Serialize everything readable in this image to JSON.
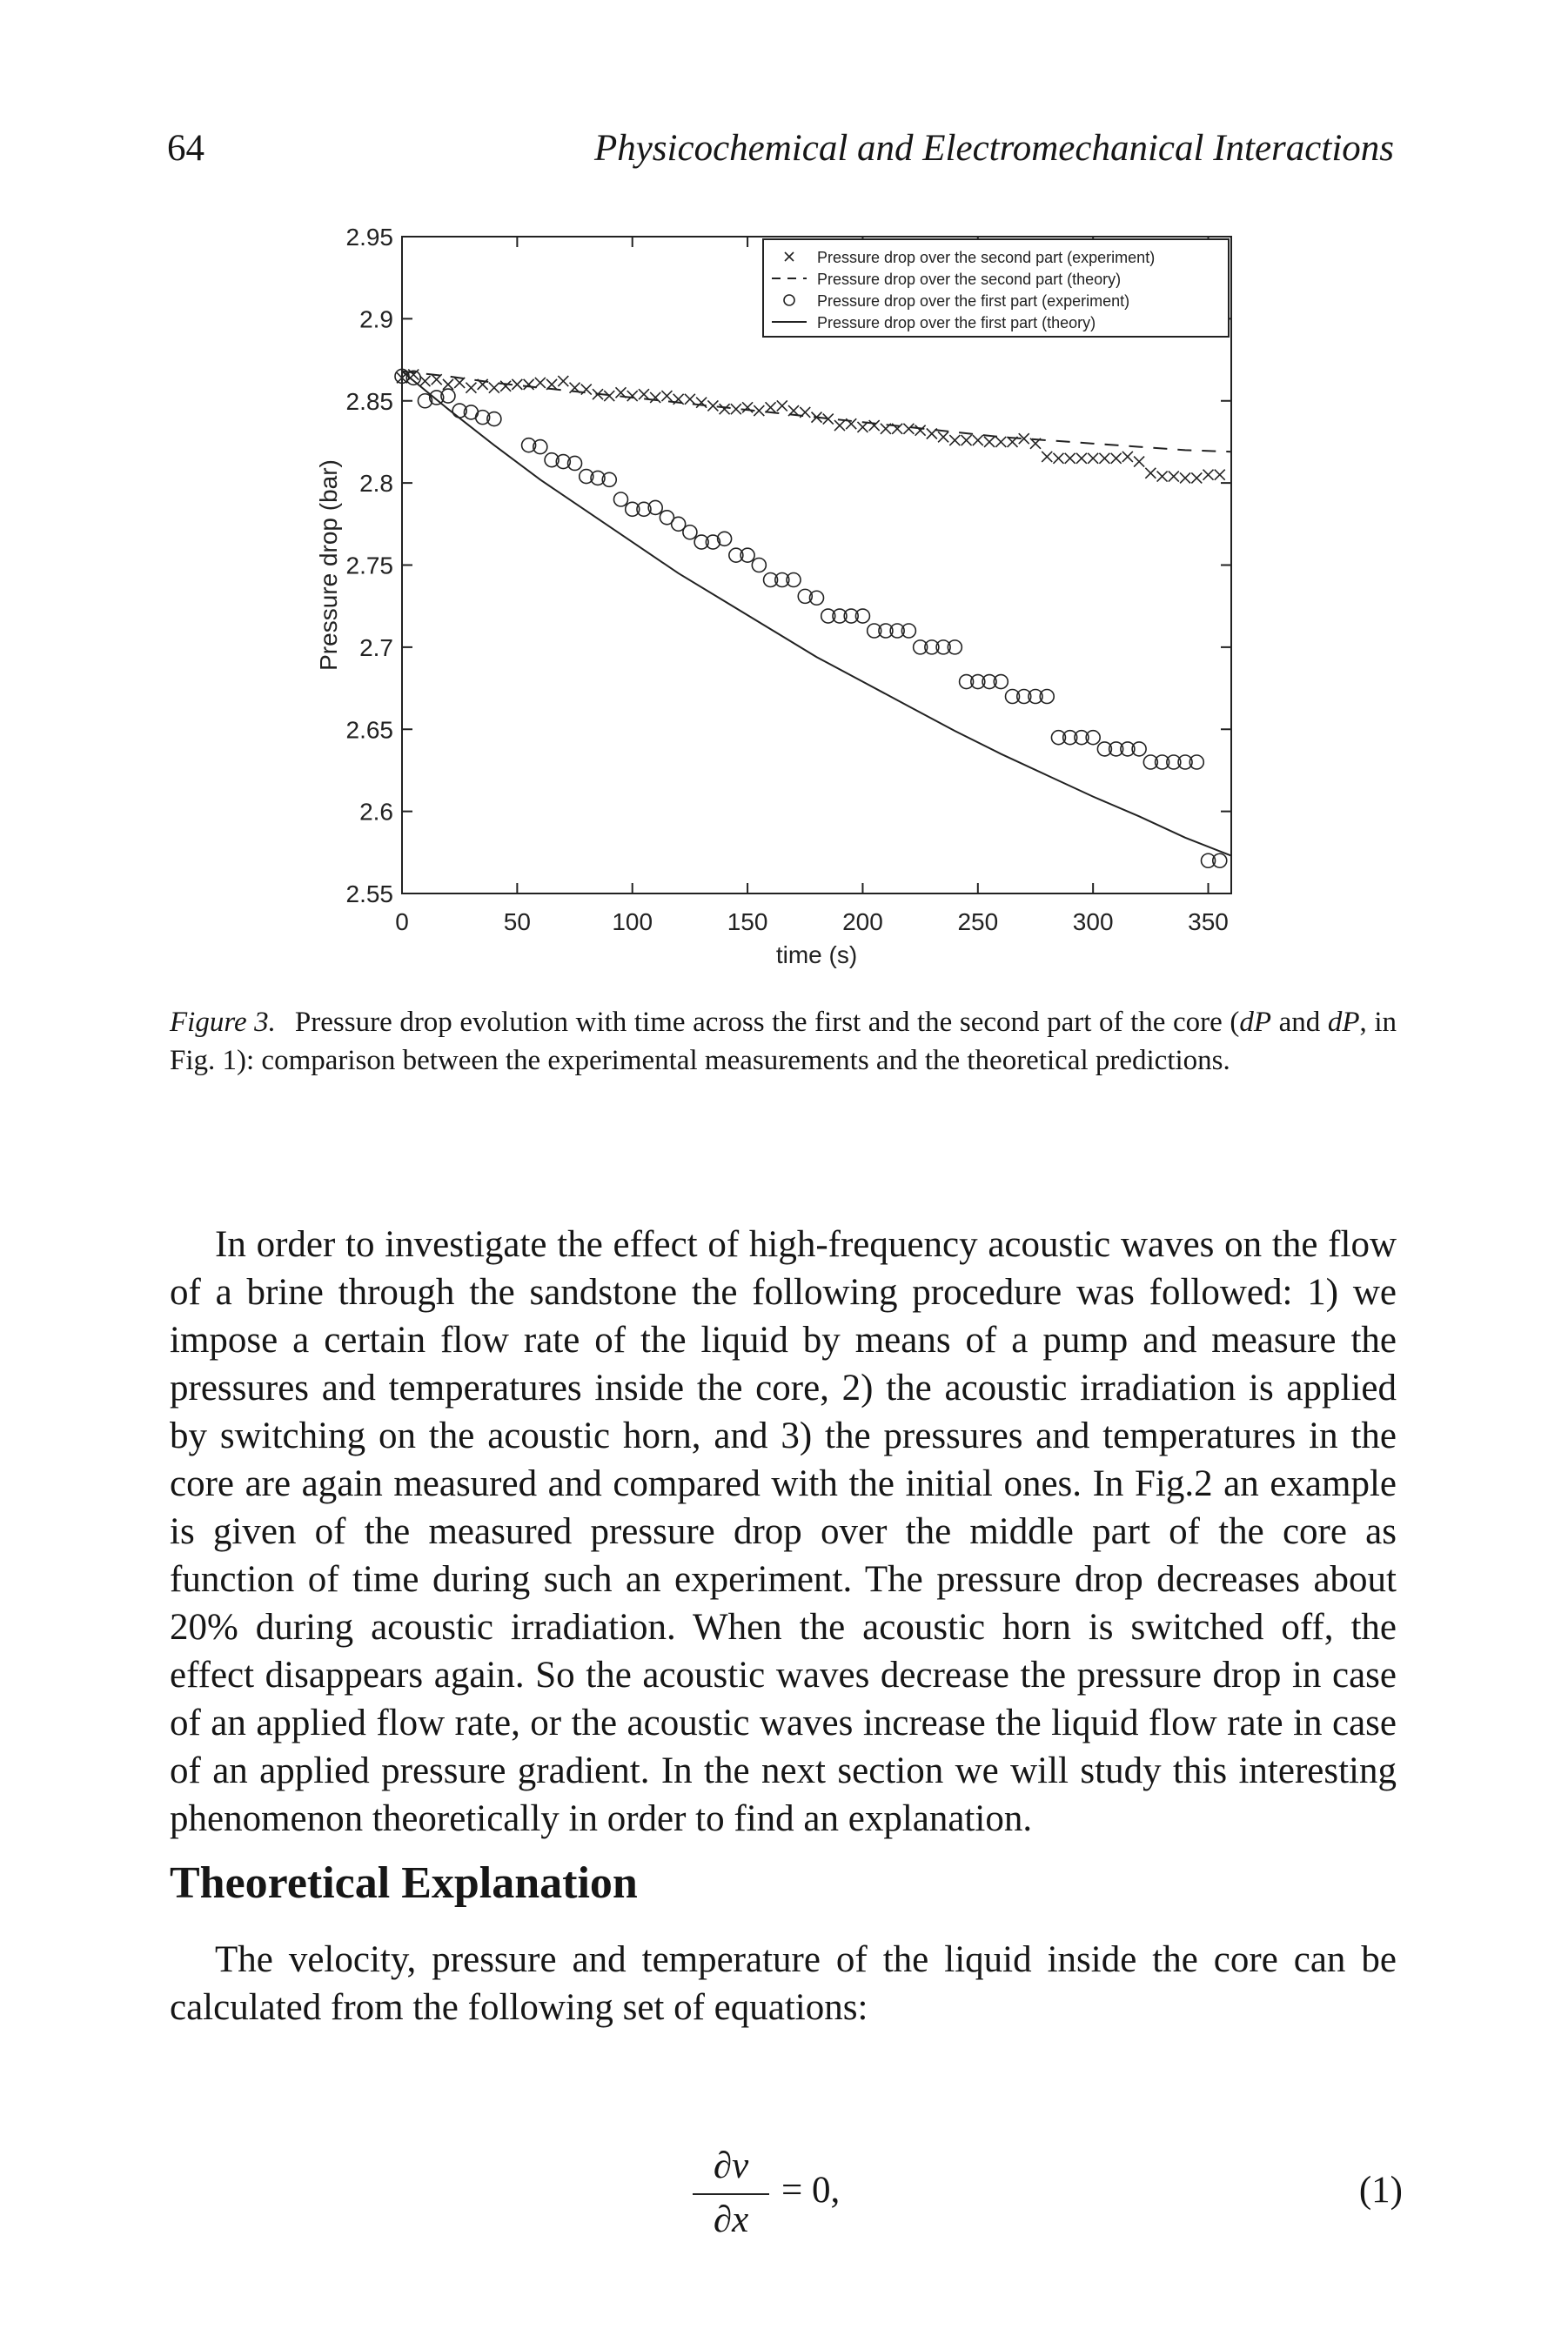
{
  "header": {
    "page_number": "64",
    "running_title": "Physicochemical and Electromechanical Interactions"
  },
  "chart_data": {
    "type": "scatter",
    "xlabel": "time (s)",
    "ylabel": "Pressure drop (bar)",
    "xlim": [
      0,
      360
    ],
    "ylim": [
      2.55,
      2.95
    ],
    "x_ticks": [
      0,
      50,
      100,
      150,
      200,
      250,
      300,
      350
    ],
    "y_ticks": [
      2.55,
      2.6,
      2.65,
      2.7,
      2.75,
      2.8,
      2.85,
      2.9,
      2.95
    ],
    "x_tick_labels": [
      "0",
      "50",
      "100",
      "150",
      "200",
      "250",
      "300",
      "350"
    ],
    "y_tick_labels": [
      "2.55",
      "2.6",
      "2.65",
      "2.7",
      "2.75",
      "2.8",
      "2.85",
      "2.9",
      "2.95"
    ],
    "grid": false,
    "legend_position": "top-right",
    "series": [
      {
        "name": "Pressure drop over the second part (experiment)",
        "marker": "x",
        "style": "marker",
        "x": [
          0,
          5,
          10,
          15,
          20,
          25,
          30,
          35,
          40,
          45,
          50,
          55,
          60,
          65,
          70,
          75,
          80,
          85,
          90,
          95,
          100,
          105,
          110,
          115,
          120,
          125,
          130,
          135,
          140,
          145,
          150,
          155,
          160,
          165,
          170,
          175,
          180,
          185,
          190,
          195,
          200,
          205,
          210,
          215,
          220,
          225,
          230,
          235,
          240,
          245,
          250,
          255,
          260,
          265,
          270,
          275,
          280,
          285,
          290,
          295,
          300,
          305,
          310,
          315,
          320,
          325,
          330,
          335,
          340,
          345,
          350,
          355
        ],
        "y": [
          2.864,
          2.866,
          2.862,
          2.863,
          2.86,
          2.861,
          2.858,
          2.86,
          2.858,
          2.859,
          2.86,
          2.86,
          2.861,
          2.86,
          2.862,
          2.858,
          2.857,
          2.854,
          2.853,
          2.855,
          2.853,
          2.854,
          2.852,
          2.853,
          2.851,
          2.851,
          2.849,
          2.847,
          2.845,
          2.845,
          2.846,
          2.844,
          2.846,
          2.847,
          2.844,
          2.843,
          2.84,
          2.839,
          2.835,
          2.836,
          2.834,
          2.835,
          2.833,
          2.833,
          2.833,
          2.832,
          2.83,
          2.828,
          2.826,
          2.826,
          2.826,
          2.825,
          2.825,
          2.825,
          2.827,
          2.824,
          2.816,
          2.815,
          2.815,
          2.815,
          2.815,
          2.815,
          2.815,
          2.816,
          2.813,
          2.806,
          2.804,
          2.804,
          2.803,
          2.803,
          2.805,
          2.805
        ]
      },
      {
        "name": "Pressure drop over the second part (theory)",
        "marker": "",
        "style": "dashed",
        "x": [
          0,
          20,
          40,
          60,
          80,
          100,
          120,
          140,
          160,
          180,
          200,
          220,
          240,
          260,
          280,
          300,
          320,
          340,
          360
        ],
        "y": [
          2.868,
          2.865,
          2.861,
          2.858,
          2.855,
          2.852,
          2.849,
          2.846,
          2.843,
          2.84,
          2.837,
          2.834,
          2.831,
          2.828,
          2.826,
          2.824,
          2.822,
          2.82,
          2.819
        ]
      },
      {
        "name": "Pressure drop over the first part (experiment)",
        "marker": "o",
        "style": "marker",
        "x": [
          0,
          5,
          10,
          15,
          20,
          25,
          30,
          35,
          40,
          55,
          60,
          65,
          70,
          75,
          80,
          85,
          90,
          95,
          100,
          105,
          110,
          115,
          120,
          125,
          130,
          135,
          140,
          145,
          150,
          155,
          160,
          165,
          170,
          175,
          180,
          185,
          190,
          195,
          200,
          205,
          210,
          215,
          220,
          225,
          230,
          235,
          240,
          245,
          250,
          255,
          260,
          265,
          270,
          275,
          280,
          285,
          290,
          295,
          300,
          305,
          310,
          315,
          320,
          325,
          330,
          335,
          340,
          345,
          350,
          355
        ],
        "y": [
          2.865,
          2.864,
          2.85,
          2.852,
          2.853,
          2.844,
          2.843,
          2.84,
          2.839,
          2.823,
          2.822,
          2.814,
          2.813,
          2.812,
          2.804,
          2.803,
          2.802,
          2.79,
          2.784,
          2.784,
          2.785,
          2.779,
          2.775,
          2.77,
          2.764,
          2.764,
          2.766,
          2.756,
          2.756,
          2.75,
          2.741,
          2.741,
          2.741,
          2.731,
          2.73,
          2.719,
          2.719,
          2.719,
          2.719,
          2.71,
          2.71,
          2.71,
          2.71,
          2.7,
          2.7,
          2.7,
          2.7,
          2.679,
          2.679,
          2.679,
          2.679,
          2.67,
          2.67,
          2.67,
          2.67,
          2.645,
          2.645,
          2.645,
          2.645,
          2.638,
          2.638,
          2.638,
          2.638,
          2.63,
          2.63,
          2.63,
          2.63,
          2.63,
          2.57,
          2.57
        ]
      },
      {
        "name": "Pressure drop over the first part (theory)",
        "marker": "",
        "style": "solid",
        "x": [
          0,
          20,
          40,
          60,
          80,
          100,
          120,
          140,
          160,
          180,
          200,
          220,
          240,
          260,
          280,
          300,
          320,
          340,
          360
        ],
        "y": [
          2.868,
          2.845,
          2.823,
          2.802,
          2.783,
          2.764,
          2.745,
          2.728,
          2.711,
          2.694,
          2.679,
          2.664,
          2.649,
          2.635,
          2.622,
          2.609,
          2.597,
          2.584,
          2.573
        ]
      }
    ]
  },
  "figure_caption": {
    "label": "Figure 3.",
    "text_before": "Pressure drop evolution with time across the first and the second part of the core (",
    "sym1": "dP",
    "text_mid": " and ",
    "sym2": "dP",
    "text_after": ", in Fig. 1): comparison between the experimental measurements and the theoretical predictions."
  },
  "body": {
    "paragraph_1": "In order to investigate the effect of high-frequency acoustic waves on the flow of a brine through the sandstone the following procedure was followed: 1) we impose a certain flow rate of the liquid by means of a pump and measure the pressures and temperatures inside the core, 2) the acoustic irradiation is applied by switching on the acoustic horn, and 3) the pressures and temperatures in the core are again measured and compared with the initial ones. In Fig.2 an example is given of the measured pressure drop over the middle part of the core as function of time during such an experiment. The pressure drop decreases about 20% during acoustic irradiation. When the acoustic horn is switched off, the effect disappears again. So the acoustic waves decrease the pressure drop in case of an applied flow rate, or the acoustic waves increase the liquid flow rate in case of an applied pressure gradient. In the next section we will study this interesting phenomenon theoretically in order to find an explanation.",
    "section_heading": "Theoretical Explanation",
    "paragraph_2": "The velocity, pressure and temperature of the liquid inside the core can be calculated from the following set of equations:"
  },
  "equation": {
    "numerator": "∂v",
    "denominator": "∂x",
    "rhs": "= 0,",
    "number": "(1)"
  }
}
